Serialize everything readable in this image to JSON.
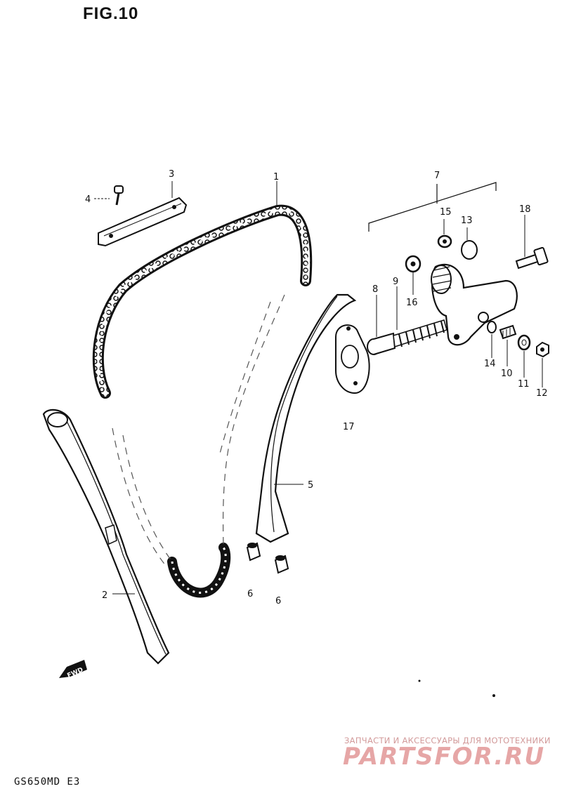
{
  "figure": {
    "title": "FIG.10",
    "model_code": "GS650MD E3"
  },
  "callouts": {
    "p1": "1",
    "p2": "2",
    "p3": "3",
    "p4": "4",
    "p5": "5",
    "p6a": "6",
    "p6b": "6",
    "p7": "7",
    "p8": "8",
    "p9": "9",
    "p10": "10",
    "p11": "11",
    "p12": "12",
    "p13": "13",
    "p14": "14",
    "p15": "15",
    "p16": "16",
    "p17": "17",
    "p18": "18"
  },
  "fwd_label": "FWD",
  "watermark": {
    "tagline": "ЗАПЧАСТИ И АКСЕССУАРЫ ДЛЯ МОТОТЕХНИКИ",
    "brand": "PARTSFOR.RU",
    "color": "#e6a6a6"
  }
}
